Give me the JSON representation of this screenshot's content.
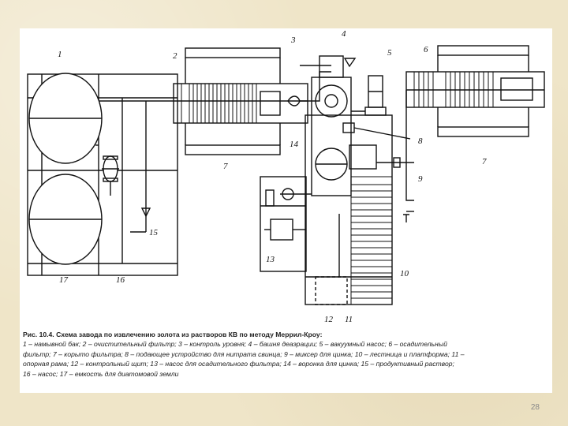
{
  "caption": {
    "title": "Рис. 10.4. Схема завода по извлечению золота из растворов КВ по методу Меррил-Кроу:",
    "line1": "1 – намывной бак; 2 – очистительный фильтр; 3 – контроль уровня; 4 – башня деаэрации; 5 – вакуумный насос; 6 – осадительный",
    "line2": "фильтр; 7 – корыто фильтра; 8 – подающее устройство для нитрата свинца; 9 – миксер для цинка; 10 – лестница и платформа; 11 –",
    "line3": "опорная рама; 12 – контрольный щит; 13 – насос для осадительного фильтра; 14 – воронка для цинка; 15 – продуктивный раствор;",
    "line4": "16 – насос; 17 – емкость для диатомовой земли"
  },
  "labels": {
    "l1": "1",
    "l2": "2",
    "l3": "3",
    "l4": "4",
    "l5": "5",
    "l6": "6",
    "l7a": "7",
    "l7b": "7",
    "l8": "8",
    "l9": "9",
    "l10": "10",
    "l11": "11",
    "l12": "12",
    "l13": "13",
    "l14": "14",
    "l15": "15",
    "l16": "16",
    "l17": "17"
  },
  "page_number": "28"
}
